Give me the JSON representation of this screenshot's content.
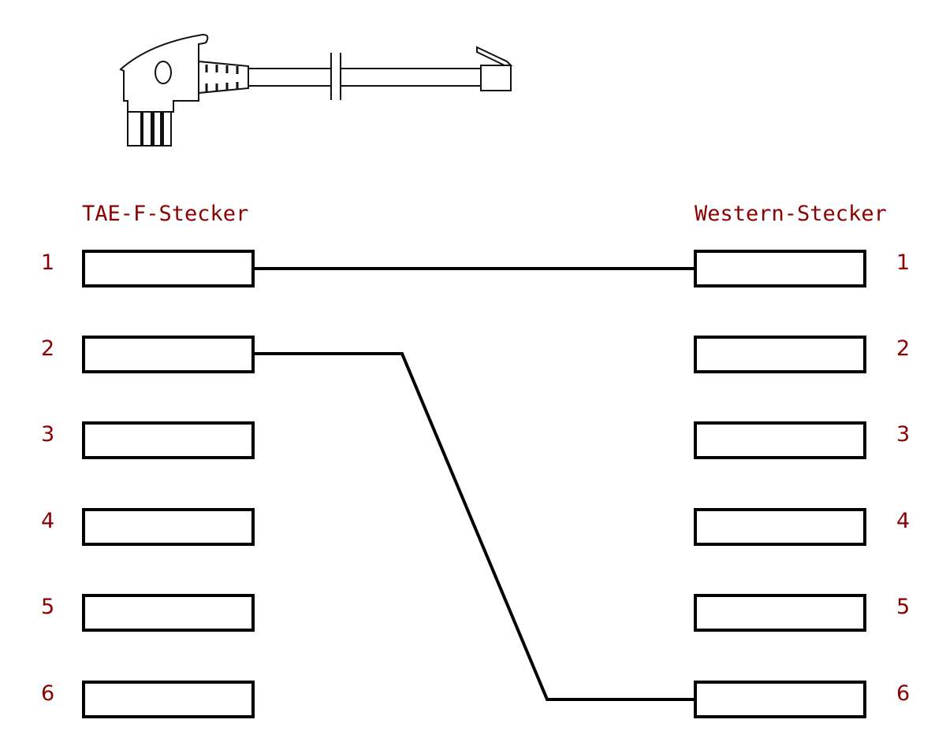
{
  "left_connector": {
    "label": "TAE-F-Stecker",
    "pins": [
      "1",
      "2",
      "3",
      "4",
      "5",
      "6"
    ]
  },
  "right_connector": {
    "label": "Western-Stecker",
    "pins": [
      "1",
      "2",
      "3",
      "4",
      "5",
      "6"
    ]
  },
  "connections": [
    {
      "from": "1",
      "to": "1"
    },
    {
      "from": "2",
      "to": "6"
    }
  ],
  "colors": {
    "label": "#8b0000",
    "line": "#000000"
  }
}
